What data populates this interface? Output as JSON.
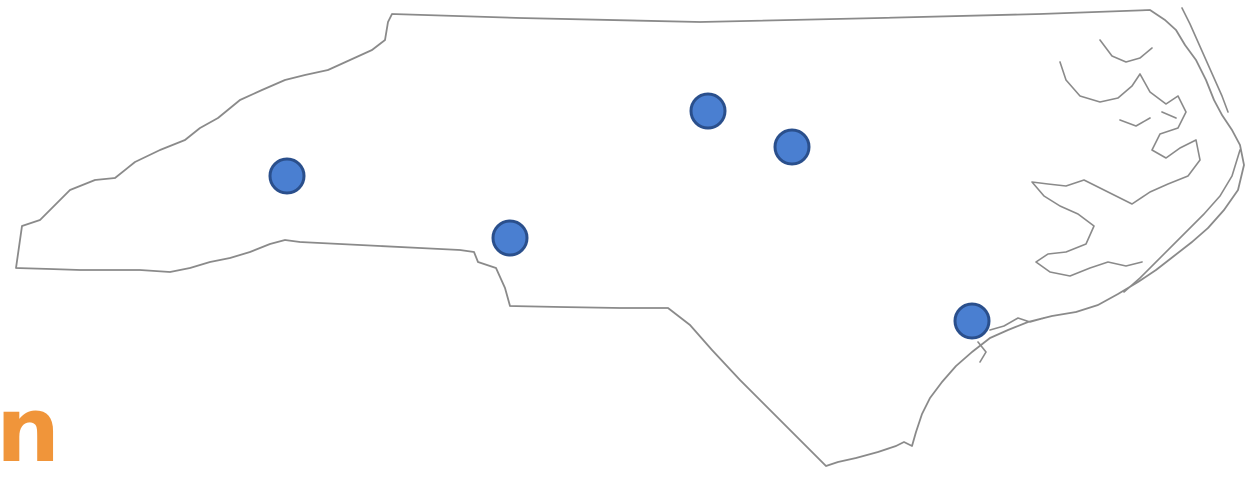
{
  "map": {
    "region_name": "North Carolina",
    "outline_color": "#8a8a8a",
    "background_color": "#ffffff",
    "marker_fill": "#4a7fd1",
    "marker_stroke": "#2a4f8c",
    "marker_icon": "circle-marker-icon",
    "marker_count": 5
  },
  "overlay_text": {
    "partial_text": "n",
    "color": "#f0953a"
  }
}
